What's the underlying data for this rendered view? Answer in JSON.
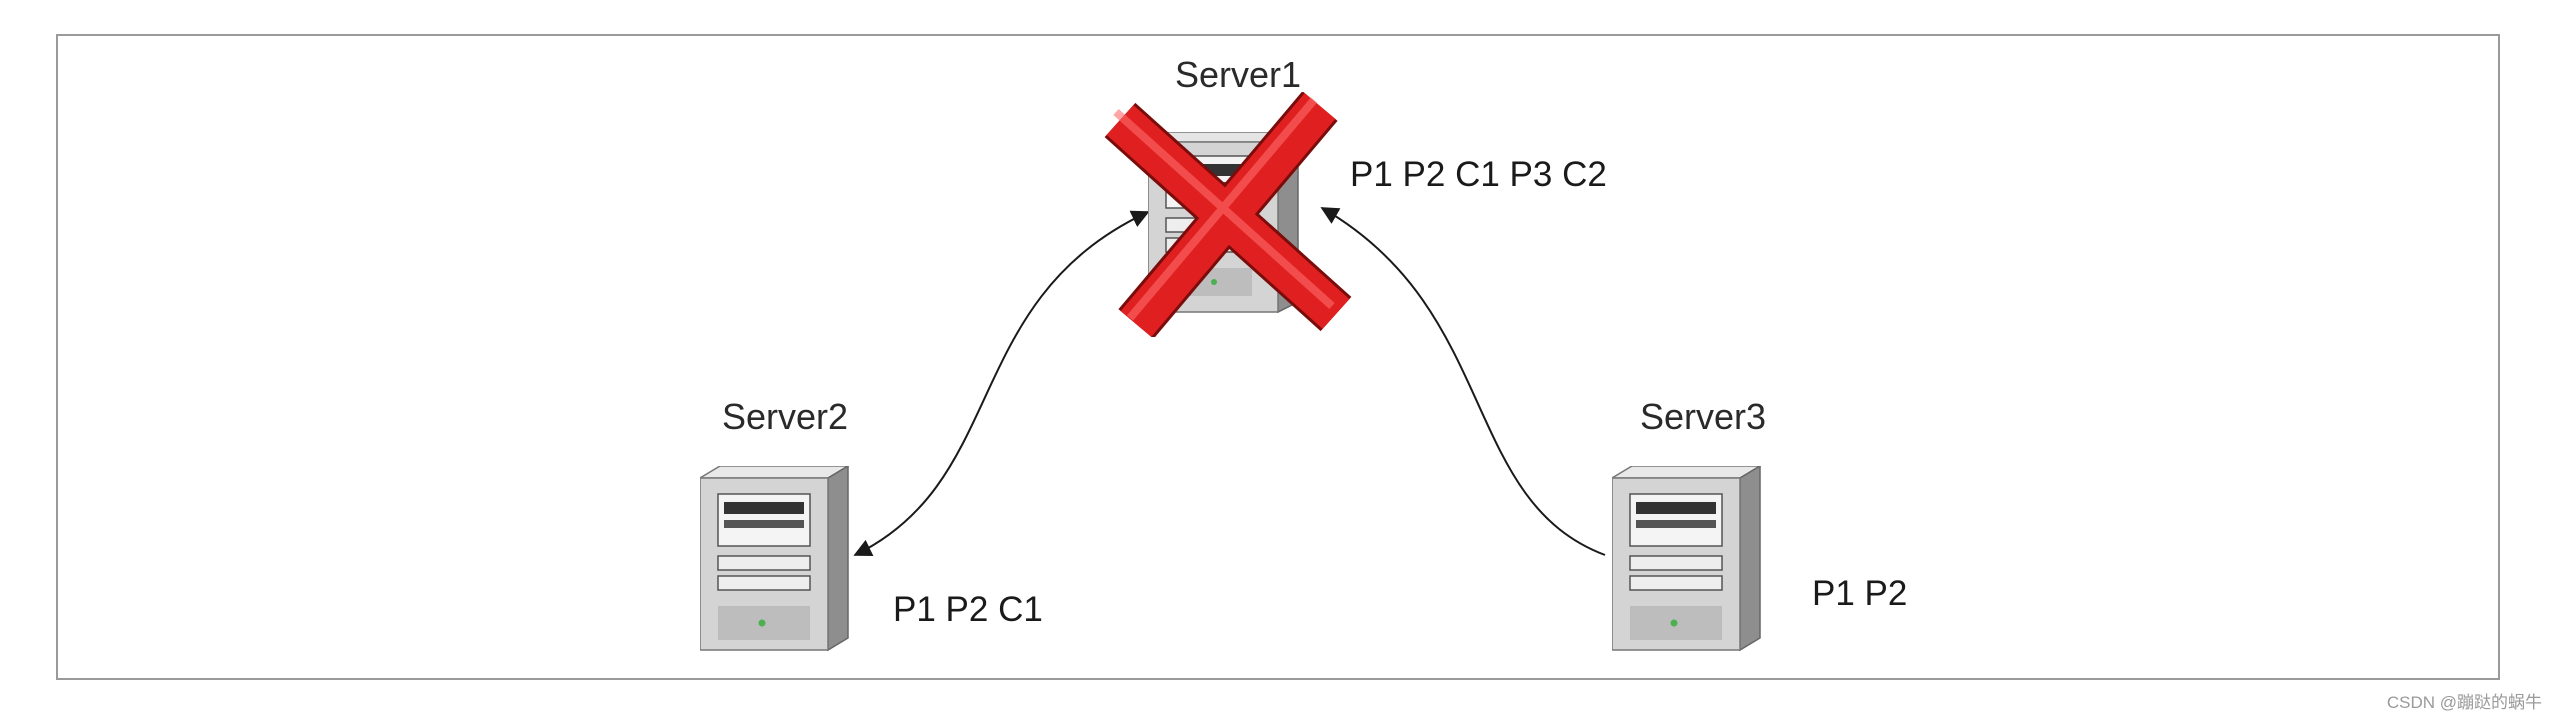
{
  "servers": [
    {
      "id": "server1",
      "name": "Server1",
      "data": "P1 P2 C1 P3 C2",
      "failed": true
    },
    {
      "id": "server2",
      "name": "Server2",
      "data": "P1 P2 C1",
      "failed": false
    },
    {
      "id": "server3",
      "name": "Server3",
      "data": "P1 P2",
      "failed": false
    }
  ],
  "links": [
    {
      "from": "server2",
      "to": "server1",
      "direction": "bidirectional"
    },
    {
      "from": "server3",
      "to": "server1",
      "direction": "to-server1"
    }
  ],
  "colors": {
    "failure_mark": "#e02020",
    "server_body": "#c8c8c8",
    "line": "#1a1a1a"
  },
  "icons": {
    "server": "server-tower-icon",
    "failure": "red-x-icon"
  },
  "watermark": "CSDN @蹦跶的蜗牛"
}
